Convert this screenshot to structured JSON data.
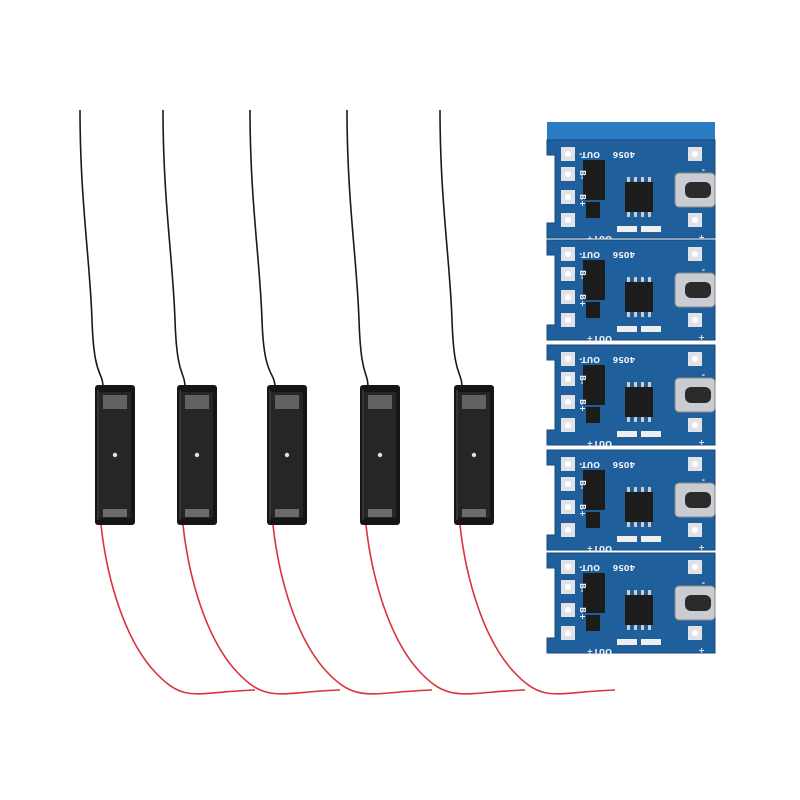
{
  "product": {
    "holder_count": 5,
    "board_count": 5,
    "colors": {
      "background": "#ffffff",
      "holder": "#151515",
      "black_wire": "#1a1a1a",
      "red_wire": "#d8343c",
      "pcb": "#1f5f9c",
      "pcb_edge": "#2a7bc2",
      "chip": "#1c1c1c",
      "usb_c": "#c9ccd0"
    }
  },
  "board_silkscreen": {
    "out_minus": "OUT-",
    "chip_id": "4056",
    "b_minus": "B-",
    "b_plus": "B+",
    "out_plus": "OUT+",
    "minus": "-",
    "plus": "+"
  }
}
